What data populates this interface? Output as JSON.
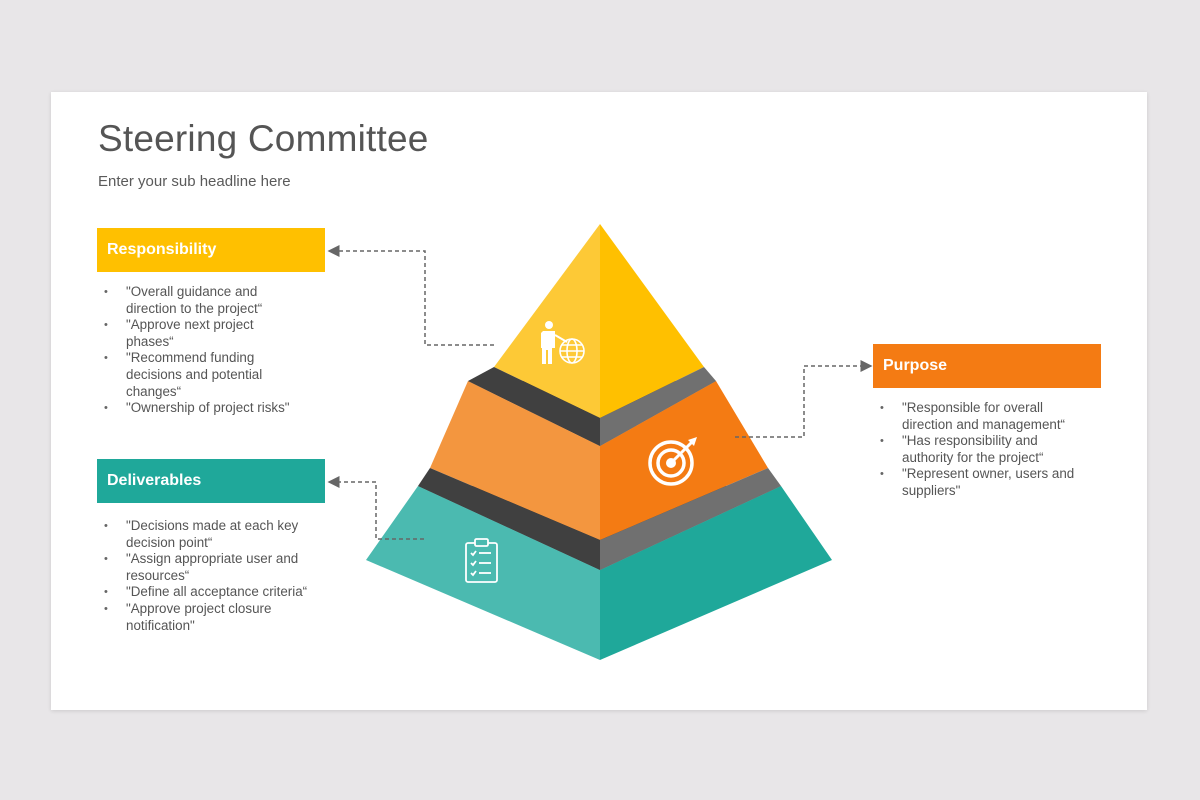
{
  "slide": {
    "title": "Steering Committee",
    "subtitle": "Enter your sub headline here"
  },
  "colors": {
    "yellow": "#ffc000",
    "orange": "#f47b13",
    "teal": "#1fa89a",
    "dark_gray": "#555555"
  },
  "sections": {
    "responsibility": {
      "label": "Responsibility",
      "items": [
        "\"Overall guidance and direction to the project“",
        "\"Approve next project phases“",
        "\"Recommend funding decisions and potential changes“",
        "\"Ownership of project risks\""
      ]
    },
    "deliverables": {
      "label": "Deliverables",
      "items": [
        "\"Decisions made at each key decision point“",
        "\"Assign appropriate user and resources“",
        "\"Define all acceptance criteria“",
        "\"Approve project closure notification\""
      ]
    },
    "purpose": {
      "label": "Purpose",
      "items": [
        "\"Responsible for overall direction and management“",
        "\"Has responsibility and authority for the project“",
        "\"Represent owner, users and suppliers\""
      ]
    }
  },
  "pyramid": {
    "top_icon": "businessman-globe-icon",
    "middle_icon": "target-arrow-icon",
    "bottom_icon": "clipboard-checklist-icon"
  }
}
